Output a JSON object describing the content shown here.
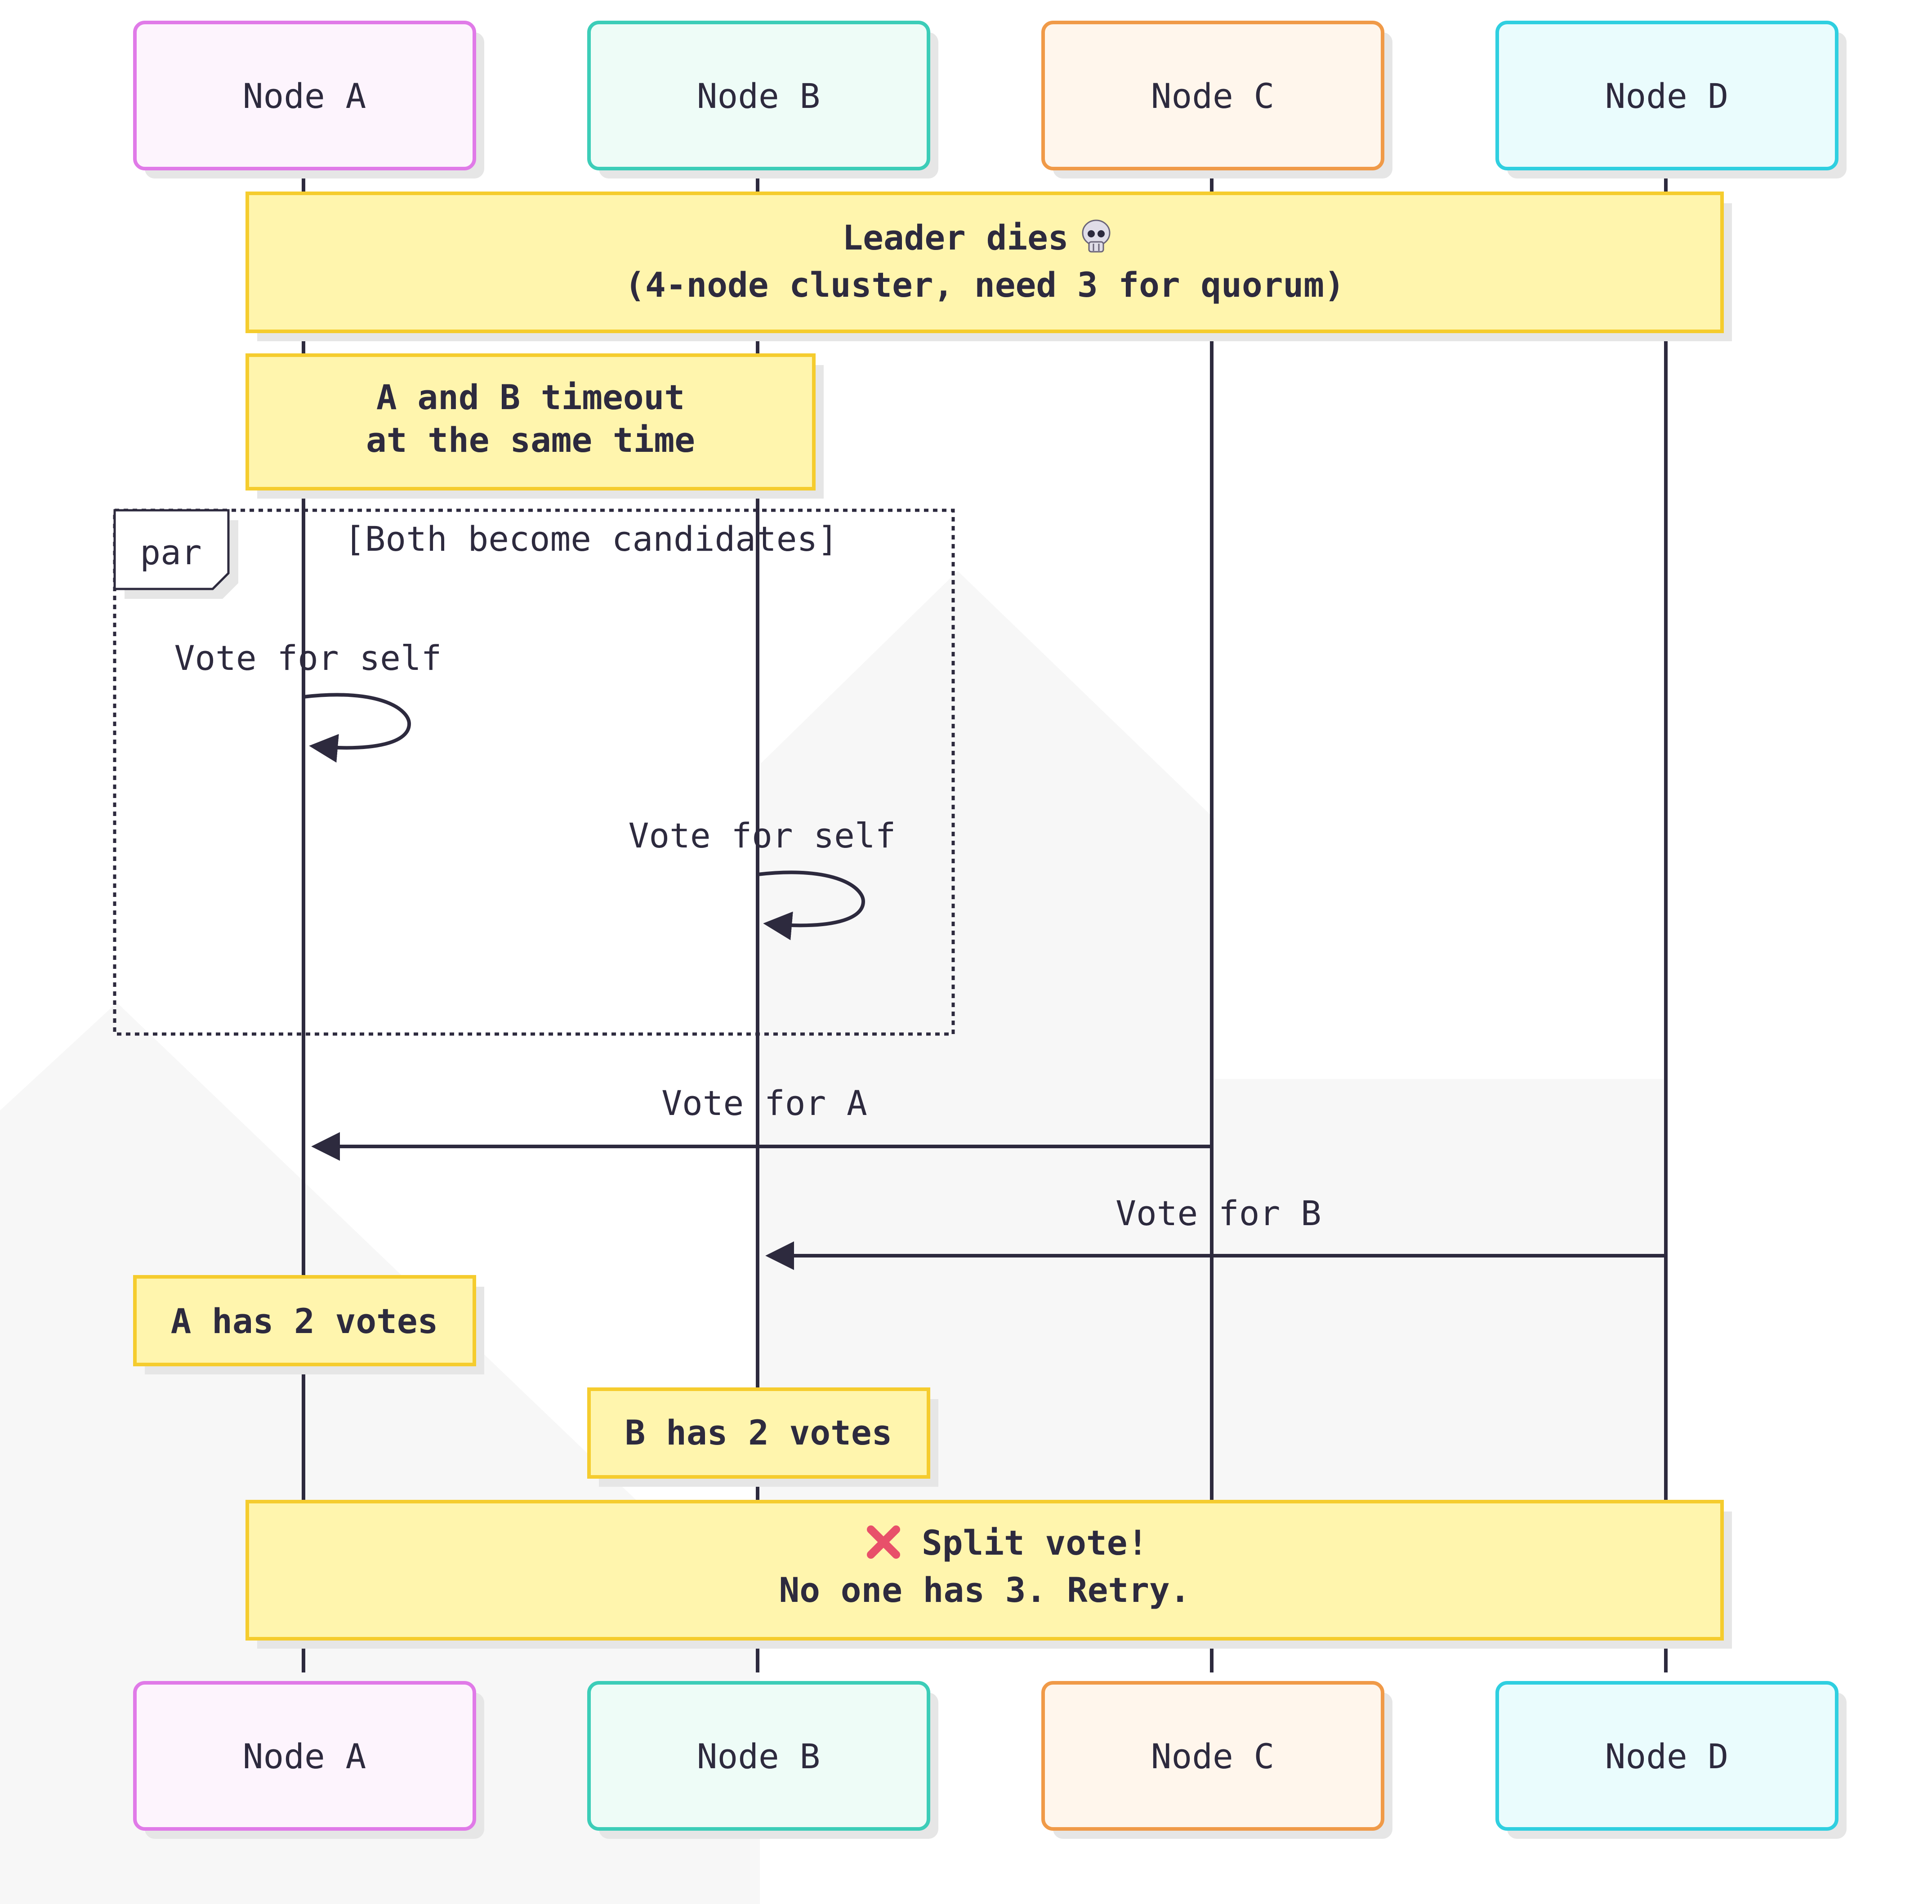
{
  "participants": [
    {
      "id": "A",
      "label": "Node A",
      "fill": "#fdf4fd",
      "stroke": "#e07ae8"
    },
    {
      "id": "B",
      "label": "Node B",
      "fill": "#eefcf7",
      "stroke": "#3ccdb8"
    },
    {
      "id": "C",
      "label": "Node C",
      "fill": "#fff6ec",
      "stroke": "#f09a48"
    },
    {
      "id": "D",
      "label": "Node D",
      "fill": "#eafcfd",
      "stroke": "#2fcfe0"
    }
  ],
  "notes": {
    "leader_dies": {
      "line1": "Leader dies",
      "icon": "skull-icon",
      "line2": "(4-node cluster, need 3 for quorum)"
    },
    "timeout": {
      "line1": "A and B timeout",
      "line2": "at the same time"
    },
    "a_votes": {
      "text": "A has 2 votes"
    },
    "b_votes": {
      "text": "B has 2 votes"
    },
    "split": {
      "icon": "cross-mark-icon",
      "line1": "Split vote!",
      "line2": "No one has 3. Retry."
    }
  },
  "par_block": {
    "tag": "par",
    "condition": "[Both become candidates]"
  },
  "messages": {
    "a_self": "Vote for self",
    "b_self": "Vote for self",
    "c_to_a": "Vote for A",
    "d_to_b": "Vote for B"
  },
  "colors": {
    "note_fill": "#fff5ad",
    "note_stroke": "#f5cc2e",
    "line": "#2d2a3e",
    "shadow": "#e6e6e6",
    "background_shape": "#f7f7f7",
    "cross_mark": "#e8506a"
  }
}
